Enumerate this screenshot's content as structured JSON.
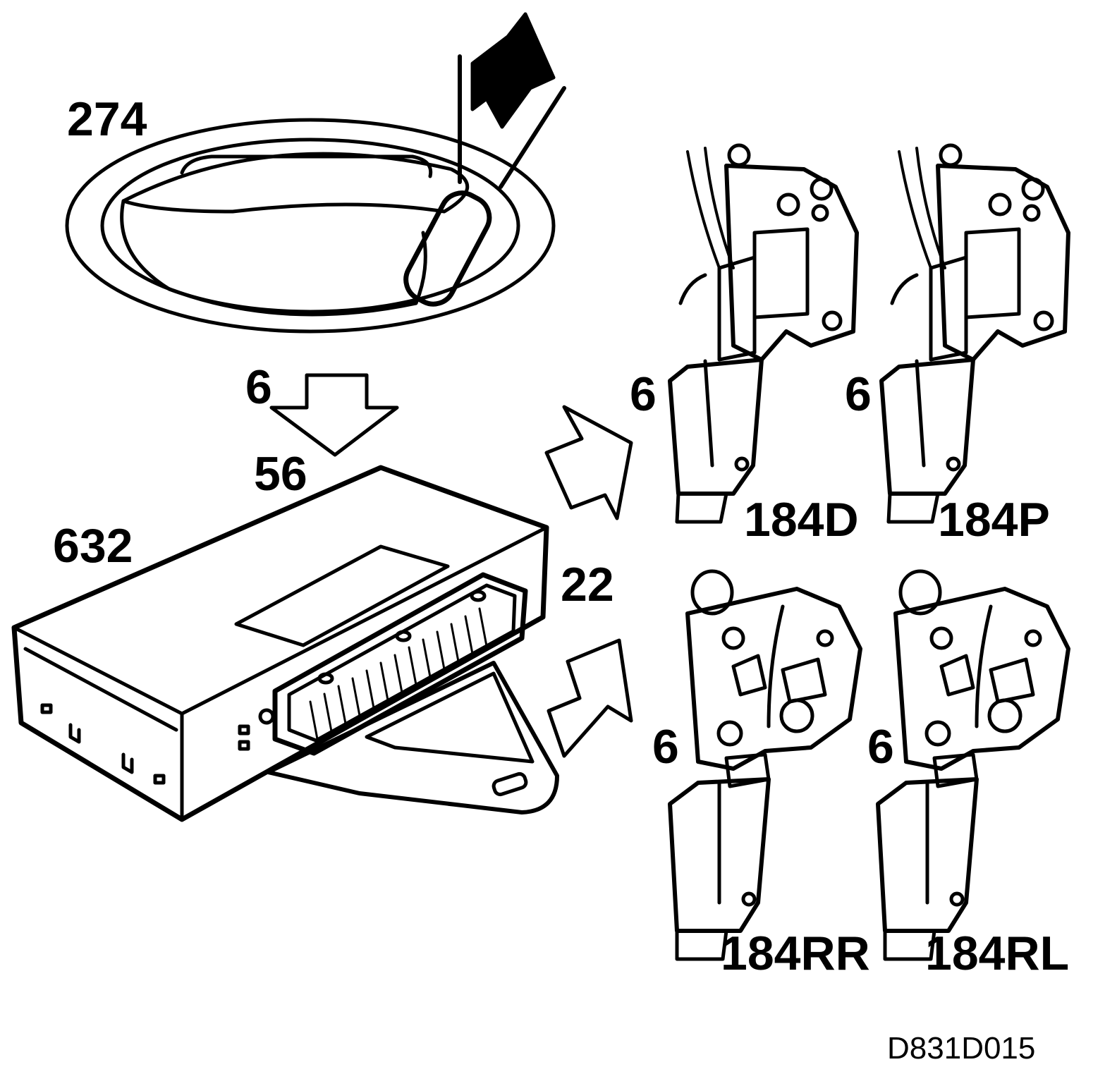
{
  "labels": {
    "handle": "274",
    "wire_count_in": "6",
    "connector_in": "56",
    "module": "632",
    "connector_out": "22",
    "front_driver_wires": "6",
    "front_passenger_wires": "6",
    "rear_right_wires": "6",
    "rear_left_wires": "6",
    "front_driver": "184D",
    "front_passenger": "184P",
    "rear_right": "184RR",
    "rear_left": "184RL"
  },
  "figure_ref": "D831D015"
}
